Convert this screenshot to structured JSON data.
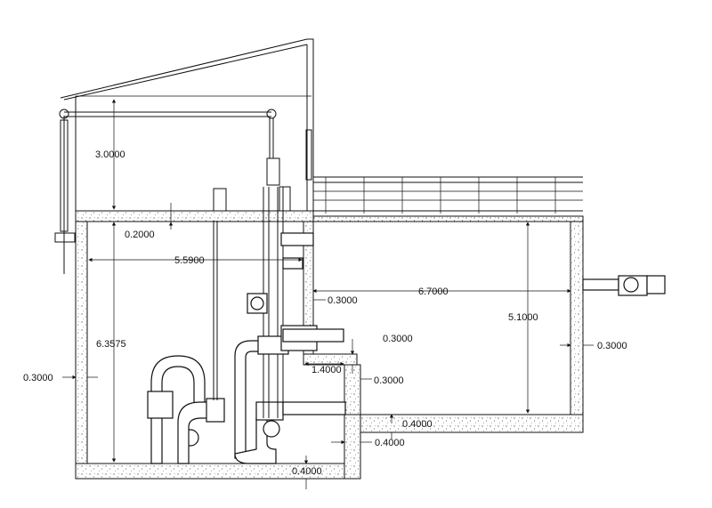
{
  "drawing": {
    "dimensions": {
      "roof_height": "3.0000",
      "slab_thickness": "0.2000",
      "wet_well_width": "5.5900",
      "wet_well_depth": "6.3575",
      "left_wall": "0.3000",
      "partition_wall": "0.3000",
      "tank_width": "6.7000",
      "tank_depth": "5.1000",
      "tank_right_wall": "0.3000",
      "step_wall_top": "0.3000",
      "step_width": "1.4000",
      "step_wall_side": "0.3000",
      "tank_floor": "0.4000",
      "step_floor": "0.4000",
      "base_slab": "0.4000"
    }
  }
}
